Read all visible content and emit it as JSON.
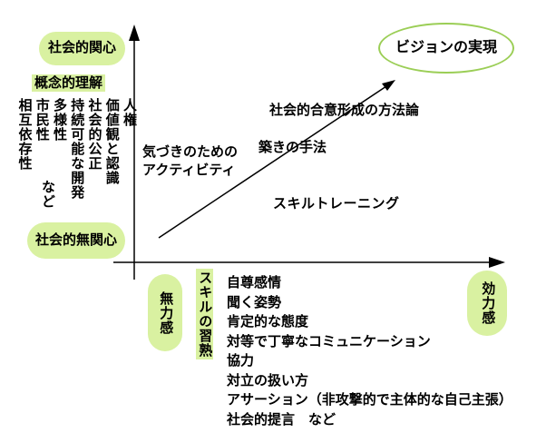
{
  "colors": {
    "bubble_fill": "#d9f1a1",
    "vision_outline": "#9bce56",
    "line_color": "#000000",
    "background": "#ffffff"
  },
  "bubbles": {
    "social_interest": "社会的関心",
    "social_apathy": "社会的無関心",
    "powerlessness": "無力感",
    "efficacy": "効力感",
    "vision": "ビジョンの実現"
  },
  "left_section": {
    "heading": "概念的理解",
    "columns": [
      "人権",
      "価値観と認識",
      "社会的公正",
      "持続可能な開発",
      "多様性",
      "市民性",
      "相互依存性"
    ],
    "etc": "など"
  },
  "middle": {
    "awareness_line1": "気づきのための",
    "awareness_line2": "アクティビティ",
    "consensus_method": "社会的合意形成の方法論",
    "building_method": "築きの手法",
    "skill_training": "スキルトレーニング"
  },
  "bottom_section": {
    "heading": "スキルの習熟",
    "items": [
      "自尊感情",
      "聞く姿勢",
      "肯定的な態度",
      "対等で丁寧なコミュニケーション",
      "協力",
      "対立の扱い方",
      "アサーション（非攻撃的で主体的な自己主張）",
      "社会的提言　など"
    ]
  }
}
